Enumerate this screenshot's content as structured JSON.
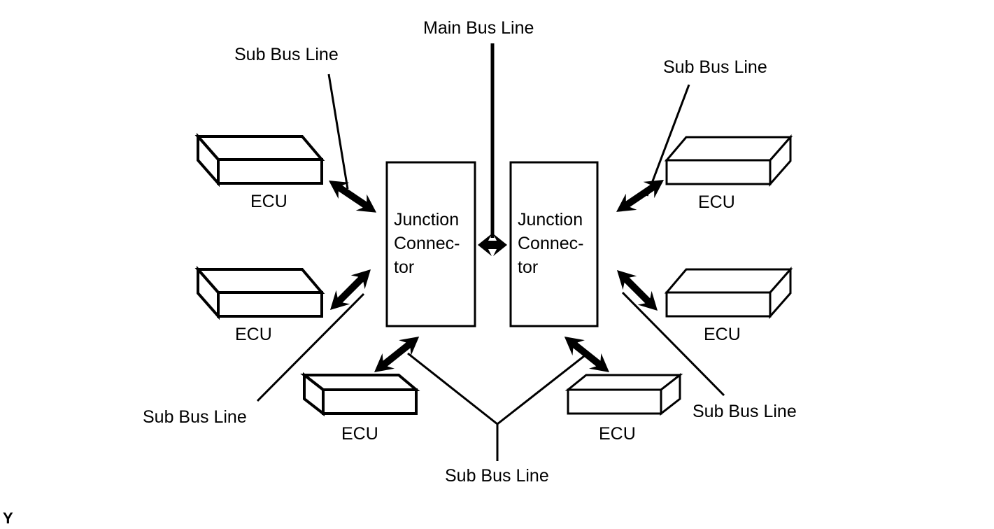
{
  "diagram": {
    "title_visible": false,
    "background_color": "#ffffff",
    "stroke_color": "#000000",
    "corner_mark": "Y",
    "nodes": {
      "junction_left": {
        "line1": "Junction",
        "line2": "Connec-",
        "line3": "tor"
      },
      "junction_right": {
        "line1": "Junction",
        "line2": "Connec-",
        "line3": "tor"
      },
      "ecu_top_left": {
        "label": "ECU"
      },
      "ecu_mid_left": {
        "label": "ECU"
      },
      "ecu_bottom_left": {
        "label": "ECU"
      },
      "ecu_top_right": {
        "label": "ECU"
      },
      "ecu_mid_right": {
        "label": "ECU"
      },
      "ecu_bottom_right": {
        "label": "ECU"
      }
    },
    "labels": {
      "main_bus": "Main Bus Line",
      "sub_bus_top_left": "Sub Bus Line",
      "sub_bus_top_right": "Sub Bus Line",
      "sub_bus_mid_left": "Sub Bus Line",
      "sub_bus_mid_right": "Sub Bus Line",
      "sub_bus_bottom": "Sub Bus Line"
    },
    "connections": [
      {
        "from": "main-bus",
        "to": "junction-pair",
        "style": "double-arrow"
      },
      {
        "from": "ecu_top_left",
        "to": "junction_left",
        "style": "double-arrow"
      },
      {
        "from": "ecu_mid_left",
        "to": "junction_left",
        "style": "double-arrow"
      },
      {
        "from": "ecu_bottom_left",
        "to": "junction_left",
        "style": "double-arrow"
      },
      {
        "from": "ecu_top_right",
        "to": "junction_right",
        "style": "double-arrow"
      },
      {
        "from": "ecu_mid_right",
        "to": "junction_right",
        "style": "double-arrow"
      },
      {
        "from": "ecu_bottom_right",
        "to": "junction_right",
        "style": "double-arrow"
      }
    ]
  }
}
